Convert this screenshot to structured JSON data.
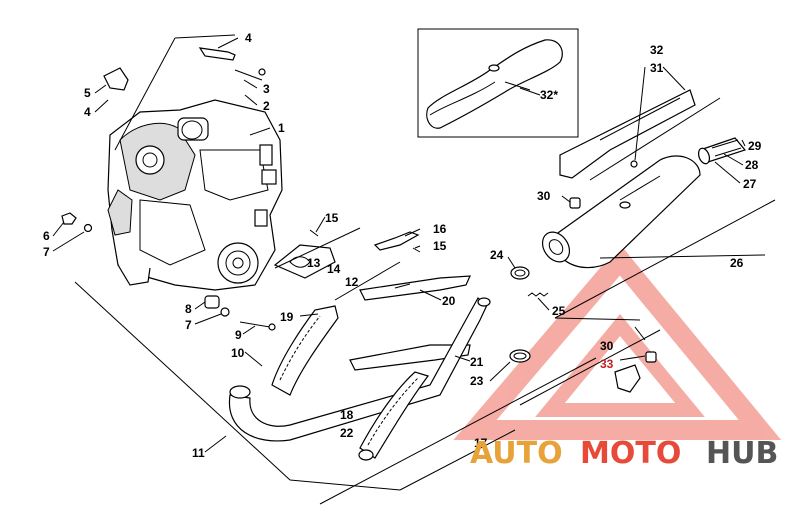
{
  "parts": [
    {
      "id": "p1",
      "text": "1"
    },
    {
      "id": "p2",
      "text": "2"
    },
    {
      "id": "p3",
      "text": "3"
    },
    {
      "id": "p4a",
      "text": "4"
    },
    {
      "id": "p4b",
      "text": "4"
    },
    {
      "id": "p5",
      "text": "5"
    },
    {
      "id": "p6",
      "text": "6"
    },
    {
      "id": "p7a",
      "text": "7"
    },
    {
      "id": "p7b",
      "text": "7"
    },
    {
      "id": "p8",
      "text": "8"
    },
    {
      "id": "p9",
      "text": "9"
    },
    {
      "id": "p10",
      "text": "10"
    },
    {
      "id": "p11",
      "text": "11"
    },
    {
      "id": "p12",
      "text": "12"
    },
    {
      "id": "p13",
      "text": "13"
    },
    {
      "id": "p14",
      "text": "14"
    },
    {
      "id": "p15a",
      "text": "15"
    },
    {
      "id": "p15b",
      "text": "15"
    },
    {
      "id": "p16",
      "text": "16"
    },
    {
      "id": "p17",
      "text": "17"
    },
    {
      "id": "p18",
      "text": "18"
    },
    {
      "id": "p19",
      "text": "19"
    },
    {
      "id": "p20",
      "text": "20"
    },
    {
      "id": "p21",
      "text": "21"
    },
    {
      "id": "p22",
      "text": "22"
    },
    {
      "id": "p23",
      "text": "23"
    },
    {
      "id": "p24",
      "text": "24"
    },
    {
      "id": "p25",
      "text": "25"
    },
    {
      "id": "p26",
      "text": "26"
    },
    {
      "id": "p27",
      "text": "27"
    },
    {
      "id": "p28",
      "text": "28"
    },
    {
      "id": "p29",
      "text": "29"
    },
    {
      "id": "p30a",
      "text": "30"
    },
    {
      "id": "p30b",
      "text": "30"
    },
    {
      "id": "p31",
      "text": "31"
    },
    {
      "id": "p32a",
      "text": "32"
    },
    {
      "id": "p32b",
      "text": "32*"
    },
    {
      "id": "p33",
      "text": "33"
    }
  ],
  "watermark": {
    "part1": "AUTO",
    "part2": "MOTO",
    "part3": "HUB",
    "colors": {
      "auto": "#e8a23a",
      "moto": "#e84a3a",
      "hub": "#555555",
      "triangle": "#e84a3a"
    }
  }
}
